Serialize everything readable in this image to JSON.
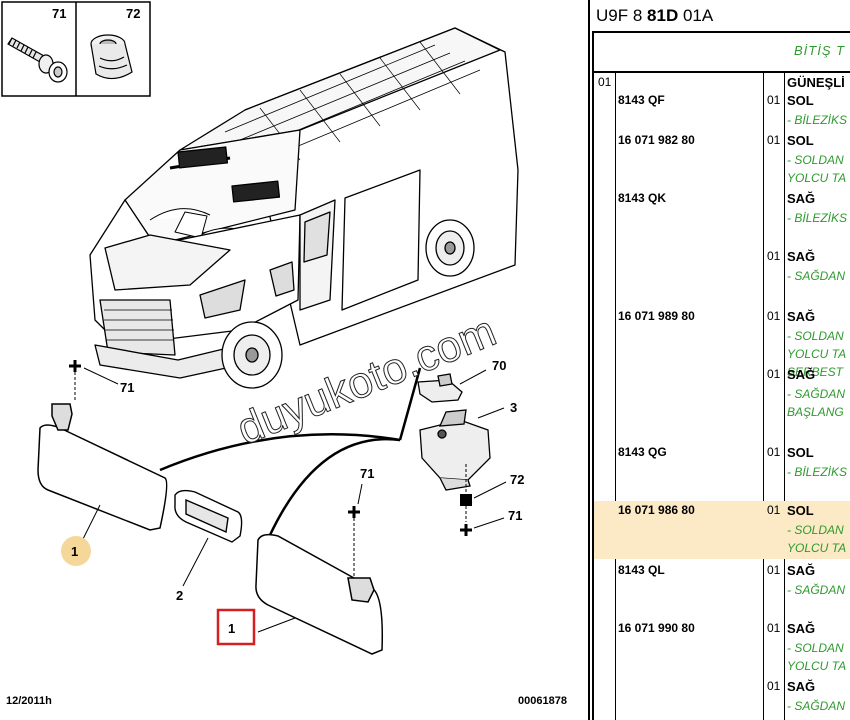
{
  "diagram": {
    "callouts": {
      "c71_top": "71",
      "c72_top": "72",
      "c70": "70",
      "c3": "3",
      "c72": "72",
      "c71_right": "71",
      "c71_left": "71",
      "c71_mid": "71",
      "c1_circle": "1",
      "c2": "2",
      "c1_boxed": "1"
    },
    "watermark": "duyukoto.com",
    "date": "12/2011h",
    "image_id": "00061878"
  },
  "parts": {
    "ref_prefix": "U9F 8",
    "ref_bold": "81D",
    "ref_suffix": "01A",
    "finish_label": "BİTİŞ T",
    "group_qty": "01",
    "group_title": "GÜNEŞLİ",
    "rows": [
      {
        "pn": "8143 QF",
        "entries": [
          {
            "qty": "01",
            "label": "SOL",
            "desc": [
              "- BİLEZİKS"
            ]
          }
        ]
      },
      {
        "pn": "16 071 982 80",
        "entries": [
          {
            "qty": "01",
            "label": "SOL",
            "desc": [
              "- SOLDAN",
              "YOLCU TA"
            ]
          }
        ]
      },
      {
        "pn": "8143 QK",
        "entries": [
          {
            "qty": "",
            "label": "SAĞ",
            "desc": [
              "- BİLEZİKS"
            ]
          },
          {
            "qty": "01",
            "label": "SAĞ",
            "desc": [
              "- SAĞDAN"
            ]
          }
        ]
      },
      {
        "pn": "16 071 989 80",
        "entries": [
          {
            "qty": "01",
            "label": "SAĞ",
            "desc": [
              "- SOLDAN",
              "YOLCU TA",
              "SERBEST"
            ]
          },
          {
            "qty": "01",
            "label": "SAĞ",
            "desc": [
              "- SAĞDAN",
              "BAŞLANG"
            ]
          }
        ]
      },
      {
        "pn": "8143 QG",
        "entries": [
          {
            "qty": "01",
            "label": "SOL",
            "desc": [
              "- BİLEZİKS"
            ]
          }
        ]
      },
      {
        "pn": "16 071 986 80",
        "entries": [
          {
            "qty": "01",
            "label": "SOL",
            "desc": [
              "- SOLDAN",
              "YOLCU TA"
            ]
          }
        ]
      },
      {
        "pn": "8143 QL",
        "entries": [
          {
            "qty": "01",
            "label": "SAĞ",
            "desc": [
              "- SAĞDAN"
            ]
          }
        ]
      },
      {
        "pn": "16 071 990 80",
        "entries": [
          {
            "qty": "01",
            "label": "SAĞ",
            "desc": [
              "- SOLDAN",
              "YOLCU TA"
            ]
          },
          {
            "qty": "01",
            "label": "SAĞ",
            "desc": [
              "- SAĞDAN"
            ]
          }
        ]
      }
    ],
    "highlight_row": 5,
    "colors": {
      "green": "#2e9a2e",
      "highlight": "#fce9c6",
      "callout_red": "#d42020",
      "callout_circle": "#f5d79a"
    }
  }
}
